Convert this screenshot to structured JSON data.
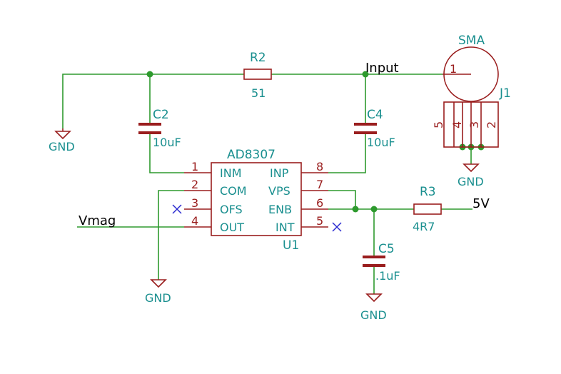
{
  "colors": {
    "wire": "#2e9a2e",
    "component": "#9a1e1e",
    "label": "#1a8f8f",
    "no_connect": "#2a2ad0",
    "net_label": "#000000"
  },
  "nets": {
    "input": "Input",
    "vmag": "Vmag",
    "five_v": "5V"
  },
  "power": {
    "gnd": "GND"
  },
  "r2": {
    "ref": "R2",
    "value": "51"
  },
  "r3": {
    "ref": "R3",
    "value": "4R7"
  },
  "c2": {
    "ref": "C2",
    "value": "10uF"
  },
  "c4": {
    "ref": "C4",
    "value": "10uF"
  },
  "c5": {
    "ref": "C5",
    "value": ".1uF"
  },
  "j1": {
    "ref": "J1",
    "value": "SMA",
    "pins": [
      "1",
      "5",
      "4",
      "3",
      "2"
    ]
  },
  "u1": {
    "ref": "U1",
    "value": "AD8307",
    "left_pins": [
      {
        "num": "1",
        "name": "INM"
      },
      {
        "num": "2",
        "name": "COM"
      },
      {
        "num": "3",
        "name": "OFS"
      },
      {
        "num": "4",
        "name": "OUT"
      }
    ],
    "right_pins": [
      {
        "num": "8",
        "name": "INP"
      },
      {
        "num": "7",
        "name": "VPS"
      },
      {
        "num": "6",
        "name": "ENB"
      },
      {
        "num": "5",
        "name": "INT"
      }
    ]
  }
}
